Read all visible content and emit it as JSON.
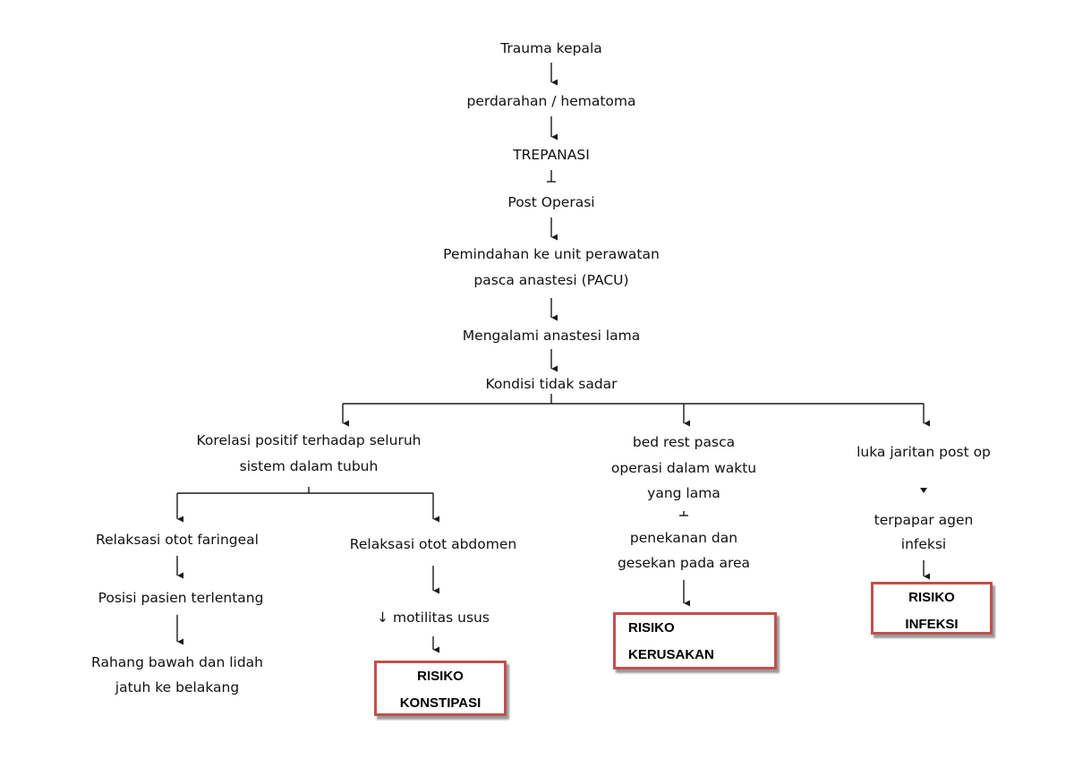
{
  "nodes": {
    "trauma": "Trauma kepala",
    "perdarahan": "perdarahan / hematoma",
    "trepanasi": "TREPANASI",
    "post_operasi": "Post Operasi",
    "pemindahan_1": "Pemindahan ke unit perawatan",
    "pemindahan_2": "pasca anastesi (PACU)",
    "anastesi_lama": "Mengalami anastesi lama",
    "tidak_sadar": "Kondisi tidak sadar",
    "korelasi_1": "Korelasi positif terhadap seluruh",
    "korelasi_2": "sistem dalam tubuh",
    "bedrest_1": "bed rest pasca",
    "bedrest_2": "operasi dalam waktu",
    "bedrest_3": "yang lama",
    "luka": "luka jaritan post op",
    "faringeal": "Relaksasi otot faringeal",
    "terlentang": "Posisi pasien terlentang",
    "rahang_1": "Rahang bawah dan lidah",
    "rahang_2": "jatuh ke belakang",
    "abdomen": "Relaksasi otot abdomen",
    "motilitas": "↓ motilitas usus",
    "penekanan_1": "penekanan dan",
    "penekanan_2": "gesekan pada area",
    "terpapar_1": "terpapar agen",
    "terpapar_2": "infeksi"
  },
  "boxes": {
    "konstipasi": [
      "RISIKO",
      "KONSTIPASI"
    ],
    "kerusakan": [
      "RISIKO",
      "KERUSAKAN"
    ],
    "infeksi": [
      "RISIKO",
      "INFEKSI"
    ]
  },
  "colors": {
    "box_border": "#c0504d",
    "line": "#1a1a1a"
  }
}
